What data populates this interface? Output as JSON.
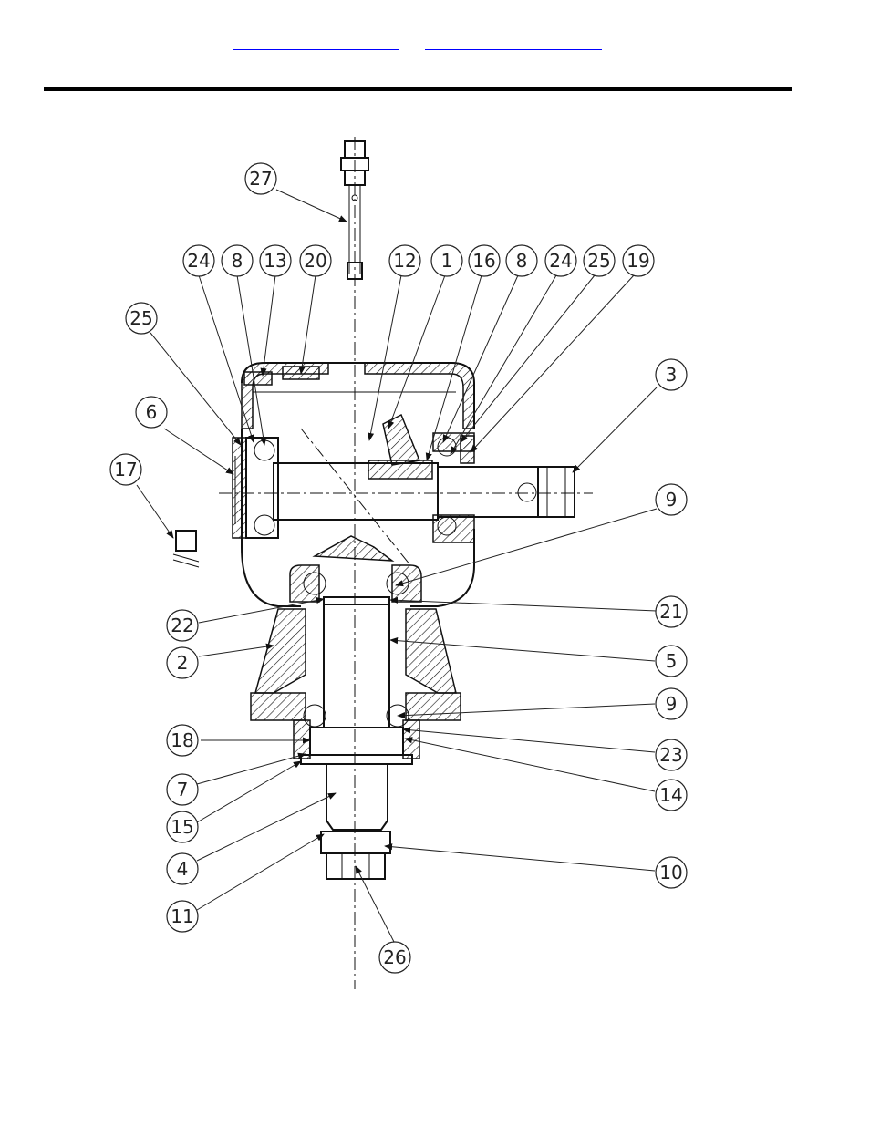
{
  "header": {
    "link_1": "",
    "link_2": ""
  },
  "callouts": [
    {
      "id": "c27",
      "label": "27"
    },
    {
      "id": "c24a",
      "label": "24"
    },
    {
      "id": "c8a",
      "label": "8"
    },
    {
      "id": "c13",
      "label": "13"
    },
    {
      "id": "c20",
      "label": "20"
    },
    {
      "id": "c12",
      "label": "12"
    },
    {
      "id": "c1",
      "label": "1"
    },
    {
      "id": "c16",
      "label": "16"
    },
    {
      "id": "c8b",
      "label": "8"
    },
    {
      "id": "c24b",
      "label": "24"
    },
    {
      "id": "c25b",
      "label": "25"
    },
    {
      "id": "c19",
      "label": "19"
    },
    {
      "id": "c25a",
      "label": "25"
    },
    {
      "id": "c3",
      "label": "3"
    },
    {
      "id": "c6",
      "label": "6"
    },
    {
      "id": "c17",
      "label": "17"
    },
    {
      "id": "c9a",
      "label": "9"
    },
    {
      "id": "c22",
      "label": "22"
    },
    {
      "id": "c21",
      "label": "21"
    },
    {
      "id": "c2",
      "label": "2"
    },
    {
      "id": "c5",
      "label": "5"
    },
    {
      "id": "c9b",
      "label": "9"
    },
    {
      "id": "c18",
      "label": "18"
    },
    {
      "id": "c23",
      "label": "23"
    },
    {
      "id": "c7",
      "label": "7"
    },
    {
      "id": "c14",
      "label": "14"
    },
    {
      "id": "c15",
      "label": "15"
    },
    {
      "id": "c4",
      "label": "4"
    },
    {
      "id": "c10",
      "label": "10"
    },
    {
      "id": "c11",
      "label": "11"
    },
    {
      "id": "c26",
      "label": "26"
    }
  ]
}
